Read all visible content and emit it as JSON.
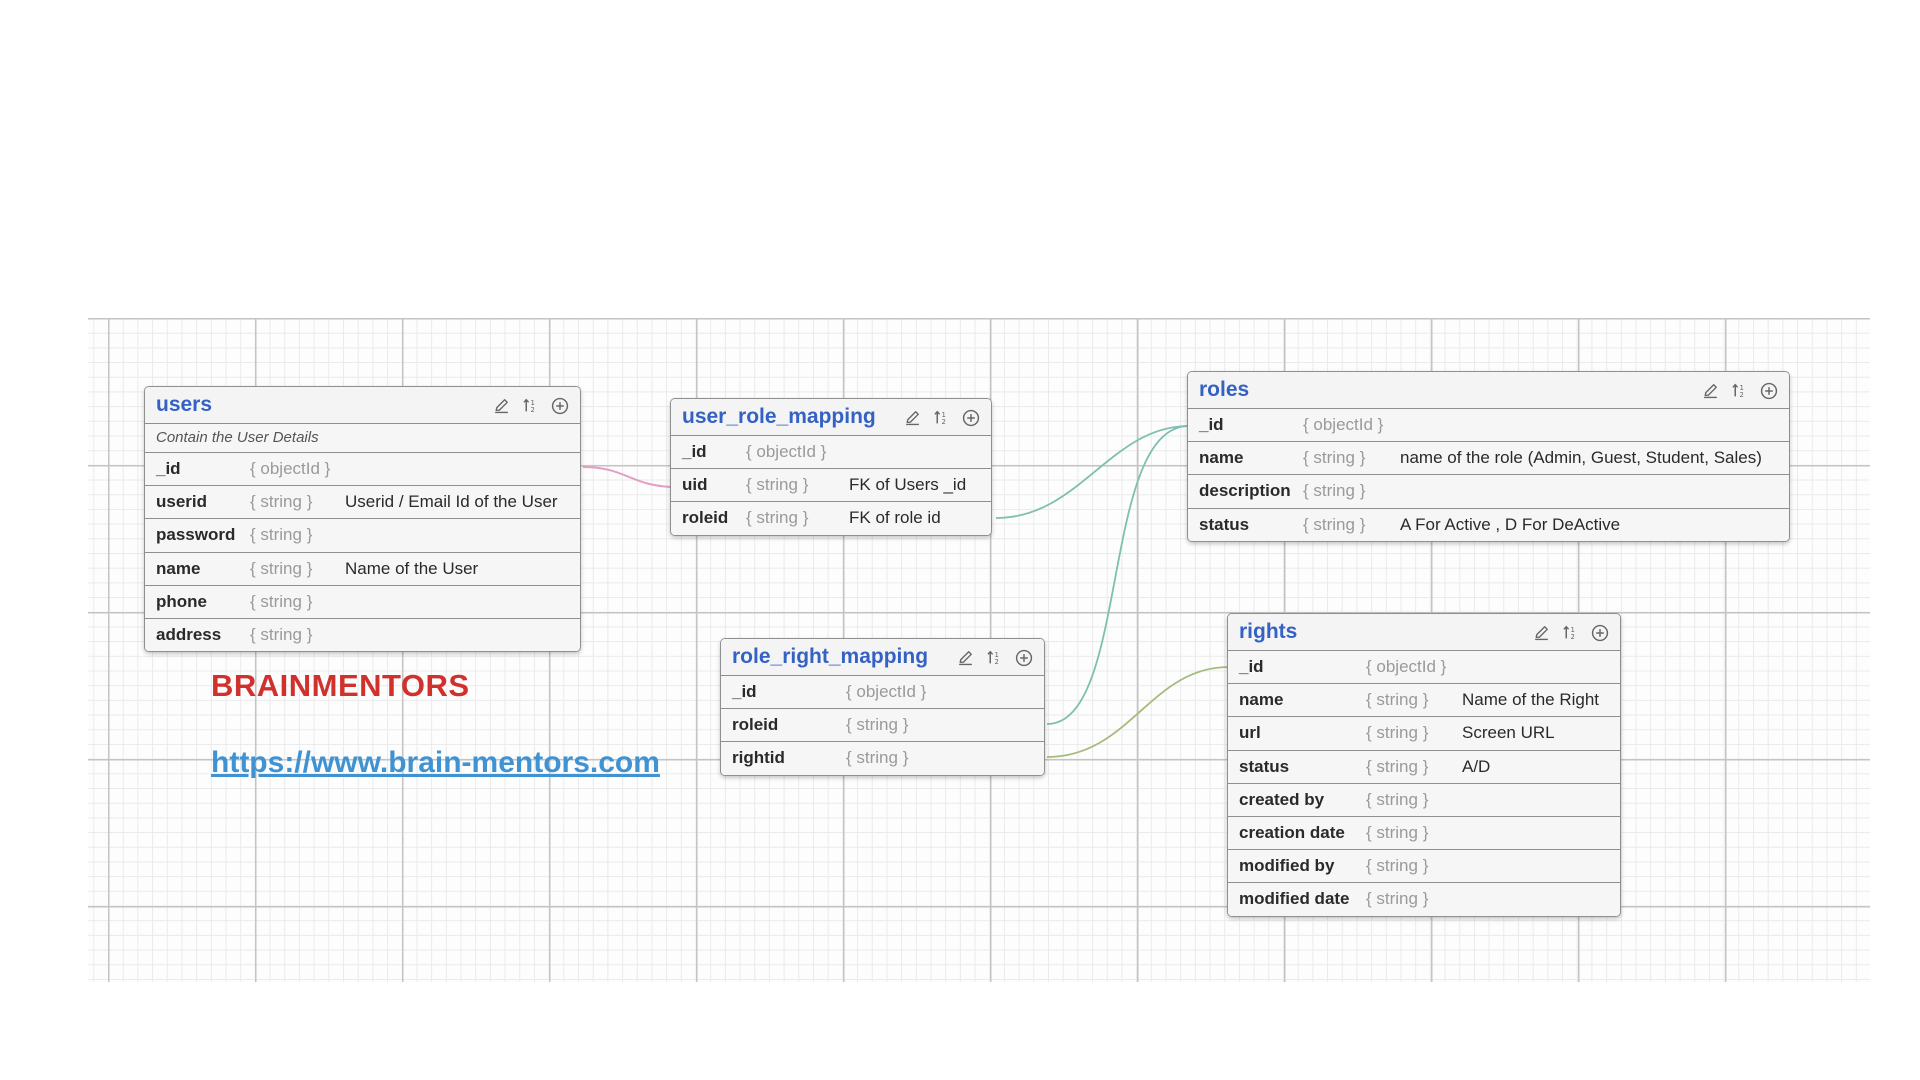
{
  "colors": {
    "table_title": "#3462c4",
    "brand": "#d0312d",
    "link": "#3f93d2",
    "line_pink": "#e3a0c4",
    "line_teal": "#7fbfb0",
    "line_olive": "#a6bb7c"
  },
  "icons": [
    "pencil-icon",
    "sort-icon",
    "add-circle-icon"
  ],
  "tables": {
    "users": {
      "name": "users",
      "description": "Contain the User Details",
      "fields": [
        {
          "name": "_id",
          "type": "{ objectId }",
          "note": ""
        },
        {
          "name": "userid",
          "type": "{ string }",
          "note": "Userid / Email Id of the User"
        },
        {
          "name": "password",
          "type": "{ string }",
          "note": ""
        },
        {
          "name": "name",
          "type": "{ string }",
          "note": "Name of the User"
        },
        {
          "name": "phone",
          "type": "{ string }",
          "note": ""
        },
        {
          "name": "address",
          "type": "{ string }",
          "note": ""
        }
      ]
    },
    "user_role_mapping": {
      "name": "user_role_mapping",
      "fields": [
        {
          "name": "_id",
          "type": "{ objectId }",
          "note": ""
        },
        {
          "name": "uid",
          "type": "{ string }",
          "note": "FK of Users _id"
        },
        {
          "name": "roleid",
          "type": "{ string }",
          "note": "FK of role id"
        }
      ]
    },
    "roles": {
      "name": "roles",
      "fields": [
        {
          "name": "_id",
          "type": "{ objectId }",
          "note": ""
        },
        {
          "name": "name",
          "type": "{ string }",
          "note": "name of the role (Admin, Guest, Student, Sales)"
        },
        {
          "name": "description",
          "type": "{ string }",
          "note": ""
        },
        {
          "name": "status",
          "type": "{ string }",
          "note": "A For Active , D For DeActive"
        }
      ]
    },
    "role_right_mapping": {
      "name": "role_right_mapping",
      "fields": [
        {
          "name": "_id",
          "type": "{ objectId }",
          "note": ""
        },
        {
          "name": "roleid",
          "type": "{ string }",
          "note": ""
        },
        {
          "name": "rightid",
          "type": "{ string }",
          "note": ""
        }
      ]
    },
    "rights": {
      "name": "rights",
      "fields": [
        {
          "name": "_id",
          "type": "{ objectId }",
          "note": ""
        },
        {
          "name": "name",
          "type": "{ string }",
          "note": "Name of the Right"
        },
        {
          "name": "url",
          "type": "{ string }",
          "note": "Screen URL"
        },
        {
          "name": "status",
          "type": "{ string }",
          "note": "A/D"
        },
        {
          "name": "created by",
          "type": "{ string }",
          "note": ""
        },
        {
          "name": "creation date",
          "type": "{ string }",
          "note": ""
        },
        {
          "name": "modified by",
          "type": "{ string }",
          "note": ""
        },
        {
          "name": "modified date",
          "type": "{ string }",
          "note": ""
        }
      ]
    }
  },
  "relationships": [
    {
      "from": "users._id",
      "to": "user_role_mapping.uid"
    },
    {
      "from": "user_role_mapping.roleid",
      "to": "roles._id"
    },
    {
      "from": "role_right_mapping.roleid",
      "to": "roles._id"
    },
    {
      "from": "role_right_mapping.rightid",
      "to": "rights._id"
    }
  ],
  "brand": "BRAINMENTORS",
  "website": "https://www.brain-mentors.com"
}
